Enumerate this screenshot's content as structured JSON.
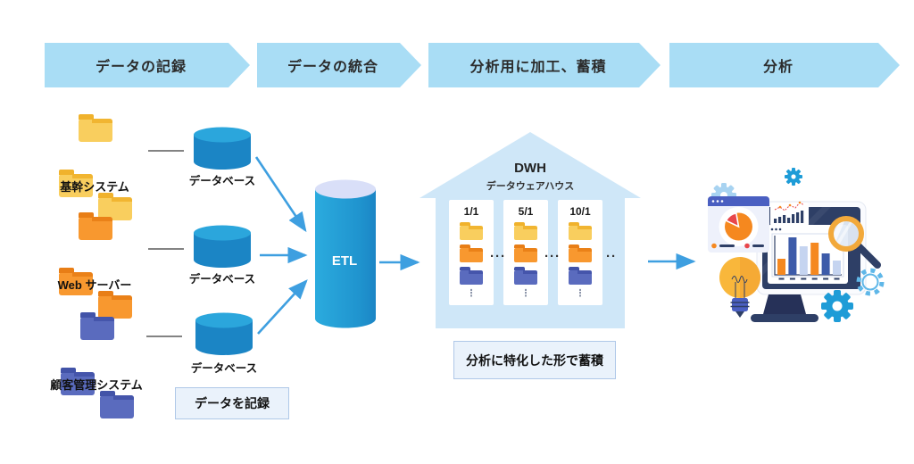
{
  "process_steps": [
    {
      "label": "データの記録"
    },
    {
      "label": "データの統合"
    },
    {
      "label": "分析用に加工、蓄積"
    },
    {
      "label": "分析"
    }
  ],
  "sources": [
    {
      "label": "基幹システム",
      "folder_color": "yellow",
      "db_label": "データベース"
    },
    {
      "label": "Web サーバー",
      "folder_color": "orange",
      "db_label": "データベース"
    },
    {
      "label": "顧客管理システム",
      "folder_color": "blue",
      "db_label": "データベース"
    }
  ],
  "record_note": {
    "label": "データを記録"
  },
  "etl": {
    "label": "ETL"
  },
  "dwh": {
    "title": "DWH",
    "subtitle": "データウェアハウス",
    "columns": [
      {
        "date": "1/1"
      },
      {
        "date": "5/1"
      },
      {
        "date": "10/1"
      }
    ],
    "column_more": "⋮",
    "separators": [
      "···",
      "···",
      "··"
    ],
    "note": {
      "label": "分析に特化した形で蓄積"
    }
  },
  "icons": {
    "right_illustration": "monitor-analytics-illustration",
    "elements": [
      "gear-icon",
      "browser-pie-chart-icon",
      "bar-chart-window-icon",
      "mini-stats-panel-icon",
      "magnifier-icon",
      "lightbulb-icon",
      "monitor-icon"
    ]
  },
  "colors": {
    "banner": "#A9DDF5",
    "house": "#CFE7F8",
    "db_top": "#2BA6DC",
    "db_body": "#1B85C5",
    "etl_top": "#D9DFF8",
    "etl_body": "#23A0D4",
    "arrow": "#3E9FE0",
    "folder_yellow": "#F9CE5E",
    "folder_orange": "#F8982F",
    "folder_blue": "#5A6BBE",
    "note_fill": "#EAF2FB",
    "note_border": "#AFC8E8"
  }
}
